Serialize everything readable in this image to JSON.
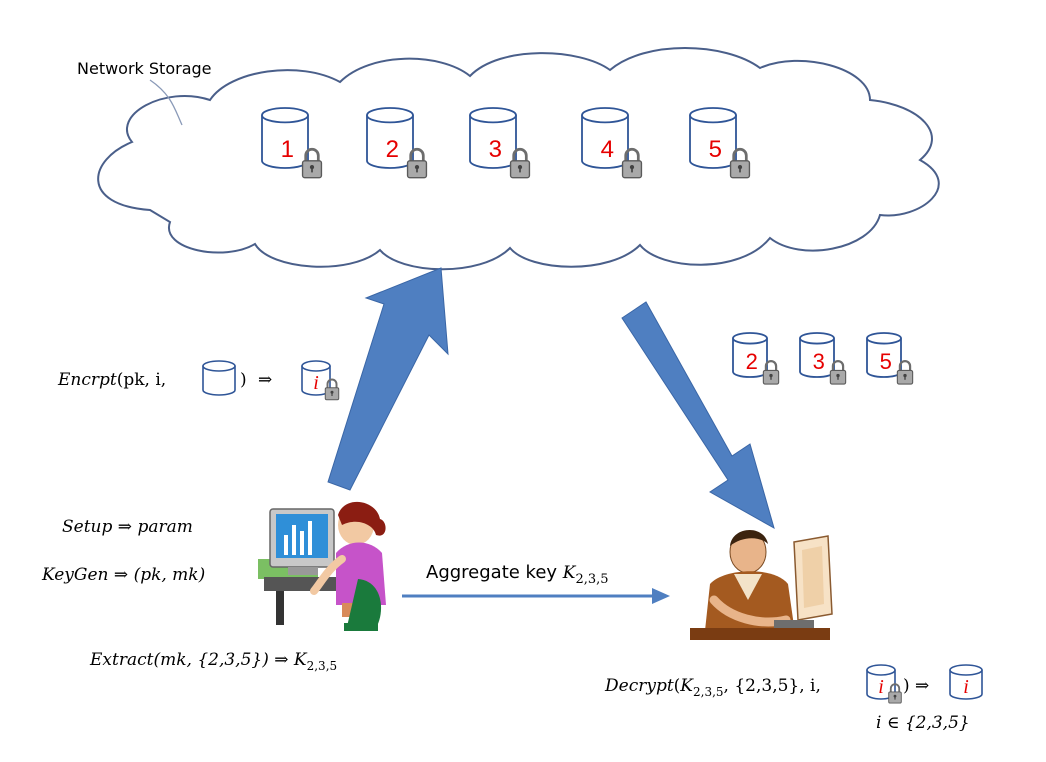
{
  "cloud": {
    "label": "Network Storage",
    "databases": [
      "1",
      "2",
      "3",
      "4",
      "5"
    ]
  },
  "retrieved": [
    "2",
    "3",
    "5"
  ],
  "formulas": {
    "encrypt": {
      "fn": "Encrpt",
      "args_pre": "(pk, i, ",
      "args_post": ")",
      "arrow": "⇒",
      "db_label": "i"
    },
    "setup": {
      "fn": "Setup",
      "arrow": "⇒",
      "result": "param"
    },
    "keygen": {
      "fn": "KeyGen",
      "arrow": "⇒",
      "result": "(pk, mk)"
    },
    "extract": {
      "fn": "Extract",
      "args": "(mk, {2,3,5})",
      "arrow": "⇒",
      "key_base": "K",
      "key_sub": "2,3,5"
    },
    "decrypt": {
      "fn": "Decrypt",
      "args_pre": "(",
      "key_base": "K",
      "key_sub": "2,3,5",
      "args_mid": ", {2,3,5}, i, ",
      "args_post": ")",
      "arrow": "⇒",
      "db_in_label": "i",
      "db_out_label": "i"
    },
    "membership": "i ∈ {2,3,5}"
  },
  "aggregate": {
    "text": "Aggregate key ",
    "key_base": "K",
    "key_sub": "2,3,5"
  },
  "colors": {
    "arrow_blue": "#4f7fc1",
    "db_outline": "#2f5597",
    "db_label_red": "#e60000",
    "cloud_outline": "#4a5f8a"
  },
  "icons": {
    "owner": "woman-at-computer-icon",
    "receiver": "man-at-computer-icon",
    "lock": "padlock-icon"
  }
}
